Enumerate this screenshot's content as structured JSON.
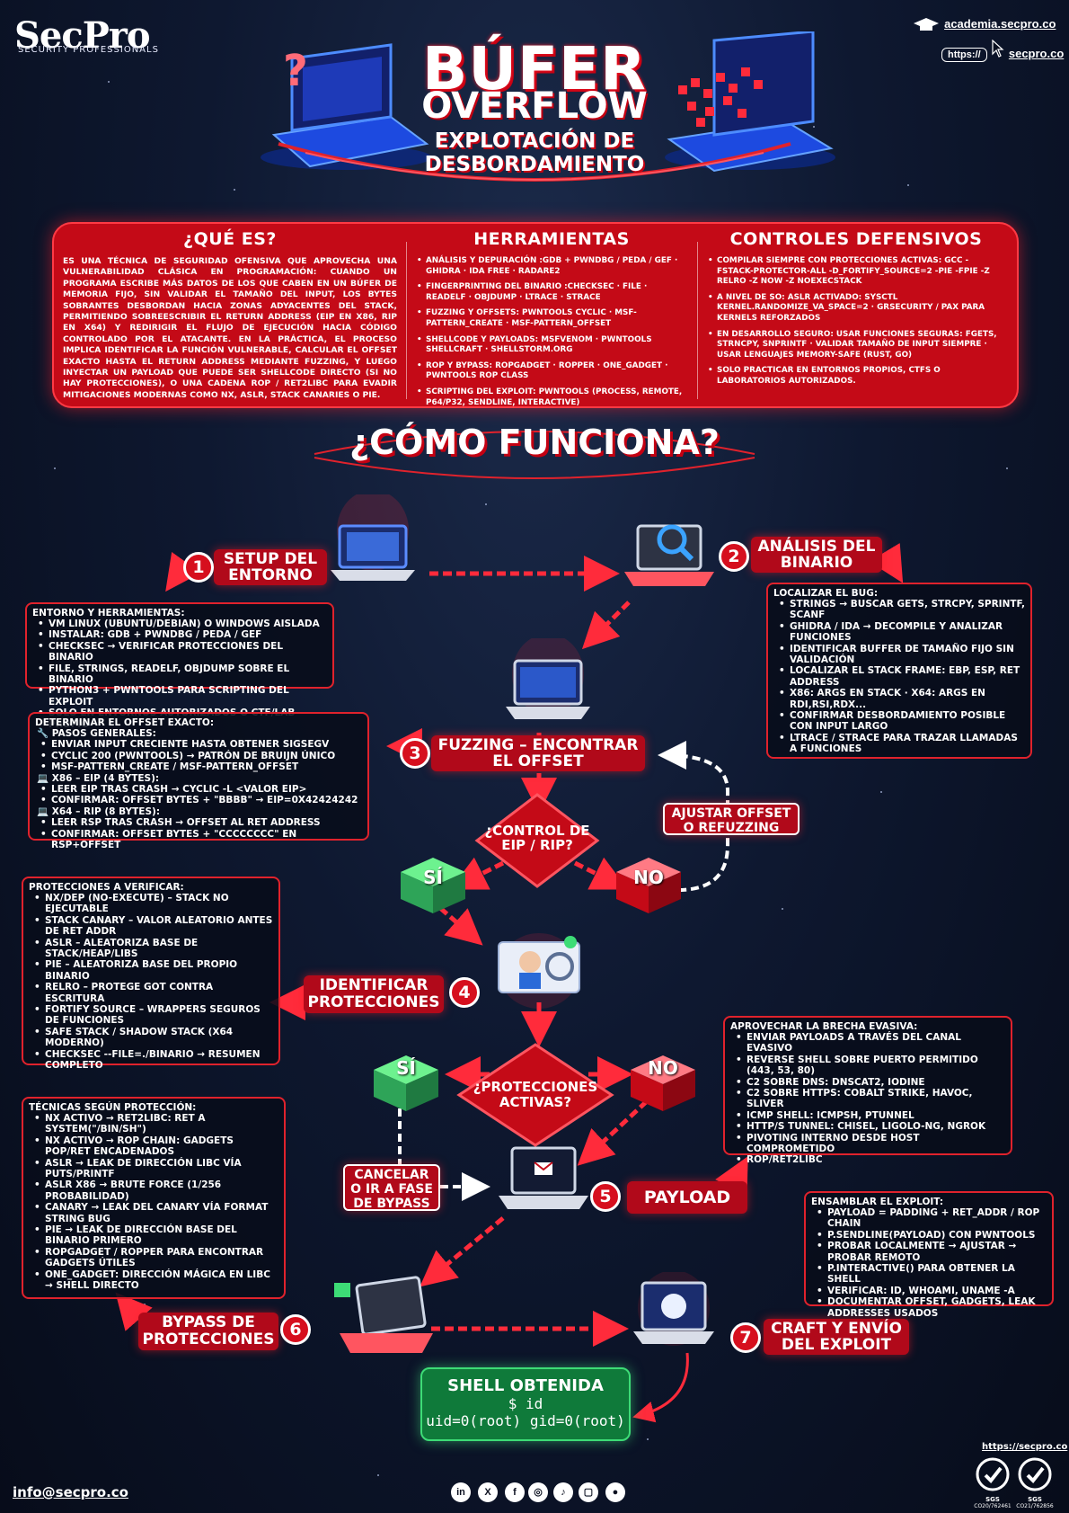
{
  "brand": {
    "logo": "SecPro",
    "tagline": "SECURITY PROFESSIONALS",
    "academy": "academia.secpro.co",
    "url_prefix": "https://",
    "site": "secpro.co"
  },
  "title": {
    "line1": "BÚFER",
    "line2": "OVERFLOW",
    "line3a": "EXPLOTACIÓN DE",
    "line3b": "DESBORDAMIENTO"
  },
  "info": {
    "what": {
      "heading": "¿QUÉ ES?",
      "text": "Es una técnica de seguridad ofensiva que aprovecha una vulnerabilidad clásica en programación: cuando un programa escribe más datos de los que caben en un búfer de memoria fijo, sin validar el tamaño del input, los bytes sobrantes desbordan hacia zonas adyacentes del stack, permitiendo sobreescribir el return address (EIP en x86, RIP en x64) y redirigir el flujo de ejecución hacia código controlado por el atacante. En la práctica, el proceso implica identificar la función vulnerable, calcular el offset exacto hasta el return address mediante fuzzing, y luego inyectar un payload que puede ser shellcode directo (si no hay protecciones), o una cadena ROP / ret2libc para evadir mitigaciones modernas como NX, ASLR, stack canaries o PIE."
    },
    "tools": {
      "heading": "HERRAMIENTAS",
      "items": [
        "Análisis y depuración :GDB + pwndbg / PEDA / GEF · Ghidra · IDA Free · Radare2",
        "Fingerprinting del binario :checksec · file · readelf · objdump · ltrace · strace",
        "Fuzzing y offsets: pwntools cyclic · msf-pattern_create · msf-pattern_offset",
        "Shellcode y payloads: msfvenom · pwntools shellcraft · shellstorm.org",
        "ROP y bypass: ROPgadget · ropper · one_gadget · pwntools ROP class",
        "Scripting del exploit: pwntools (process, remote, p64/p32, sendline, interactive)"
      ]
    },
    "defense": {
      "heading": "CONTROLES DEFENSIVOS",
      "items": [
        "Compilar siempre con protecciones activas: gcc -fstack-protector-all -D_FORTIFY_SOURCE=2 -pie -fPIE -z relro -z now -z noexecstack",
        "A nivel de SO: ASLR activado: sysctl kernel.randomize_va_space=2 · grsecurity / PaX para kernels reforzados",
        "En desarrollo seguro: usar funciones seguras: fgets, strncpy, snprintf · validar tamaño de input siempre · usar lenguajes memory-safe (Rust, Go)",
        "Solo practicar en entornos propios, CTFs o laboratorios autorizados."
      ]
    }
  },
  "how_title": "¿CÓMO FUNCIONA?",
  "steps": {
    "s1": {
      "num": "1",
      "label1": "SETUP DEL",
      "label2": "ENTORNO"
    },
    "s2": {
      "num": "2",
      "label1": "ANÁLISIS DEL",
      "label2": "BINARIO"
    },
    "s3": {
      "num": "3",
      "label1": "FUZZING – ENCONTRAR",
      "label2": "EL OFFSET"
    },
    "s4": {
      "num": "4",
      "label1": "IDENTIFICAR",
      "label2": "PROTECCIONES"
    },
    "s5": {
      "num": "5",
      "label1": "PAYLOAD"
    },
    "s6": {
      "num": "6",
      "label1": "BYPASS DE",
      "label2": "PROTECCIONES"
    },
    "s7": {
      "num": "7",
      "label1": "CRAFT Y ENVÍO",
      "label2": "DEL EXPLOIT"
    }
  },
  "boxes": {
    "env": {
      "heading": "Entorno y herramientas:",
      "items": [
        "VM Linux (Ubuntu/Debian) o Windows aislada",
        "Instalar: GDB + pwndbg / PEDA / GEF",
        "checksec → verificar protecciones del binario",
        "file, strings, readelf, objdump sobre el binario",
        "Python3 + pwntools para scripting del exploit",
        "Solo en entornos autorizados o CTF/lab propio"
      ]
    },
    "analysis": {
      "heading": "Localizar el bug:",
      "items": [
        "strings → buscar gets, strcpy, sprintf, scanf",
        "Ghidra / IDA → decompile y analizar funciones",
        "Identificar buffer de tamaño fijo sin validación",
        "Localizar el stack frame: EBP, ESP, RET address",
        "x86: args en stack · x64: args en RDI,RSI,RDX...",
        "Confirmar desbordamiento posible con input largo",
        "ltrace / strace para trazar llamadas a funciones"
      ]
    },
    "offset": {
      "heading": "Determinar el offset exacto:",
      "sub1": "🔧 Pasos generales:",
      "items1": [
        "Enviar input creciente hasta obtener SIGSEGV",
        "cyclic 200 (pwntools) → patrón de Bruijn único",
        "msf-pattern_create / msf-pattern_offset"
      ],
      "sub2": "💻 x86 – EIP (4 bytes):",
      "items2": [
        "Leer EIP tras crash → cyclic -l <valor EIP>",
        "Confirmar: offset bytes + \"BBBB\" → EIP=0x42424242"
      ],
      "sub3": "💻 x64 – RIP (8 bytes):",
      "items3": [
        "Leer RSP tras crash → offset al RET address",
        "Confirmar: offset bytes + \"CCCCCCCC\" en RSP+offset"
      ]
    },
    "protections": {
      "heading": "Protecciones a verificar:",
      "items": [
        "NX/DEP (No-Execute) – stack no ejecutable",
        "Stack Canary – valor aleatorio antes de RET addr",
        "ASLR – aleatoriza base de stack/heap/libs",
        "PIE – aleatoriza base del propio binario",
        "RELRO – protege GOT contra escritura",
        "FORTIFY SOURCE – wrappers seguros de funciones",
        "Safe Stack / Shadow Stack (x64 moderno)",
        "checksec --file=./binario → resumen completo"
      ]
    },
    "evasive": {
      "heading": "Aprovechar la brecha evasiva:",
      "items": [
        "Enviar payloads a través del canal evasivo",
        "Reverse shell sobre puerto permitido (443, 53, 80)",
        "C2 sobre DNS: dnscat2, iodine",
        "C2 sobre HTTPS: Cobalt Strike, Havoc, Sliver",
        "ICMP shell: icmpsh, ptunnel",
        "HTTP/S tunnel: chisel, ligolo-ng, ngrok",
        "Pivoting interno desde host comprometido",
        "ROP/ret2libc"
      ]
    },
    "bypass": {
      "heading": "Técnicas según protección:",
      "items": [
        "NX activo → ret2libc: ret a system(\"/bin/sh\")",
        "NX activo → ROP chain: gadgets pop/ret encadenados",
        "ASLR → leak de dirección libc vía puts/printf",
        "ASLR x86 → brute force (1/256 probabilidad)",
        "Canary → leak del canary vía format string bug",
        "PIE → leak de dirección base del binario primero",
        "ROPgadget / ropper para encontrar gadgets útiles",
        "one_gadget: dirección mágica en libc → shell directo"
      ]
    },
    "craft": {
      "heading": "Ensamblar el exploit:",
      "items": [
        "payload = padding + ret_addr / ROP chain",
        "p.sendline(payload) con pwntools",
        "Probar localmente → ajustar → probar remoto",
        "p.interactive() para obtener la shell",
        "Verificar: id, whoami, uname -a",
        "Documentar offset, gadgets, leak addresses usados"
      ]
    }
  },
  "decisions": {
    "d1": {
      "line1": "¿CONTROL DE",
      "line2": "EIP / RIP?"
    },
    "d2": {
      "line1": "¿PROTECCIONES",
      "line2": "ACTIVAS?"
    },
    "yes": "SÍ",
    "no": "NO"
  },
  "notes": {
    "adjust1": "AJUSTAR OFFSET",
    "adjust2": "O REFUZZING",
    "cancel1": "CANCELAR",
    "cancel2": "O IR A FASE",
    "cancel3": "DE BYPASS"
  },
  "shell": {
    "title": "SHELL OBTENIDA",
    "line1": "$ id",
    "line2": "uid=0(root) gid=0(root)"
  },
  "footer": {
    "email": "info@secpro.co",
    "site_link": "https://secpro.co",
    "cert1": "CO20/762461",
    "cert2": "CO21/762856",
    "sgs": "SGS",
    "social": [
      "in",
      "X",
      "f",
      "◎",
      "♪",
      "▢",
      "●"
    ]
  },
  "colors": {
    "accent_red": "#c40a17",
    "bright_red": "#e0222c",
    "green": "#3ddc76",
    "bg": "#0e1830"
  }
}
